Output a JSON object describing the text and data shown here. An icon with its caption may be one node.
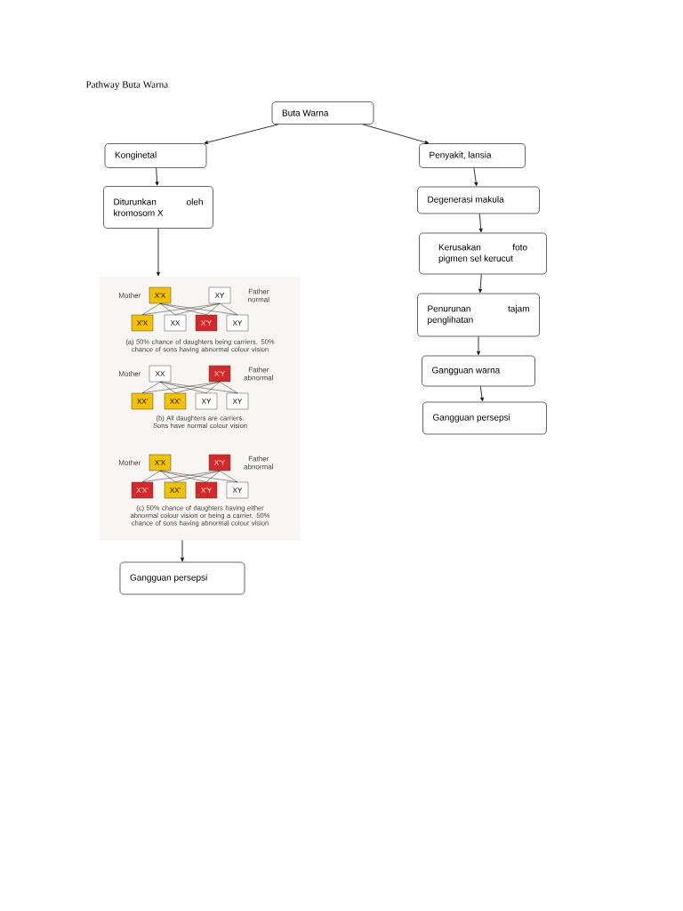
{
  "diagram": {
    "title": "Pathway Buta Warna",
    "nodes": [
      {
        "text": [
          "Buta Warna"
        ]
      },
      {
        "text": [
          "Konginetal"
        ]
      },
      {
        "text": [
          "Diturunkan oleh kromosom X"
        ]
      },
      {
        "text": [],
        "shape": "box"
      },
      {
        "text": [
          "X'X"
        ],
        "in": 3,
        "beside": [
          "Mother"
        ]
      },
      {
        "text": [
          "XY"
        ],
        "in": 3,
        "beside": [
          "Father normal"
        ]
      },
      {
        "text": [
          "X'X"
        ],
        "in": 3
      },
      {
        "text": [
          "XX"
        ],
        "in": 3
      },
      {
        "text": [
          "X'Y"
        ],
        "in": 3
      },
      {
        "text": [
          "XY"
        ],
        "in": 3
      },
      {
        "text": [
          "XX"
        ],
        "in": 3,
        "beside": [
          "Mother"
        ]
      },
      {
        "text": [
          "X'Y"
        ],
        "in": 3,
        "beside": [
          "Father abnormal"
        ]
      },
      {
        "text": [
          "XX'"
        ],
        "in": 3
      },
      {
        "text": [
          "XX'"
        ],
        "in": 3
      },
      {
        "text": [
          "XY"
        ],
        "in": 3
      },
      {
        "text": [
          "XY"
        ],
        "in": 3
      },
      {
        "text": [
          "X'X"
        ],
        "in": 3,
        "beside": [
          "Mother"
        ]
      },
      {
        "text": [
          "X'Y"
        ],
        "in": 3,
        "beside": [
          "Father abnormal"
        ]
      },
      {
        "text": [
          "X'X'"
        ],
        "in": 3
      },
      {
        "text": [
          "XX'"
        ],
        "in": 3
      },
      {
        "text": [
          "X'Y"
        ],
        "in": 3
      },
      {
        "text": [
          "XY"
        ],
        "in": 3
      },
      {
        "text": [
          "Gangguan persepsi"
        ]
      },
      {
        "text": [
          "Penyakit, lansia"
        ]
      },
      {
        "text": [
          "Degenerasi makula"
        ]
      },
      {
        "text": [
          "Kerusakan foto pigmen sel kerucut"
        ]
      },
      {
        "text": [
          "Penurunan tajam penglihatan"
        ]
      },
      {
        "text": [
          "Gangguan warna"
        ]
      },
      {
        "text": [
          "Gangguan persepsi"
        ]
      }
    ],
    "edges": [
      {
        "from": 0,
        "to": 1,
        "arrow": "to"
      },
      {
        "from": 0,
        "to": 23,
        "arrow": "to"
      },
      {
        "from": 1,
        "to": 2,
        "arrow": "to"
      },
      {
        "from": 2,
        "to": 3,
        "arrow": "to"
      },
      {
        "from": 3,
        "to": 22,
        "arrow": "to"
      },
      {
        "from": 23,
        "to": 24,
        "arrow": "to"
      },
      {
        "from": 24,
        "to": 25,
        "arrow": "to"
      },
      {
        "from": 25,
        "to": 26,
        "arrow": "to"
      },
      {
        "from": 26,
        "to": 27,
        "arrow": "to"
      },
      {
        "from": 27,
        "to": 28,
        "arrow": "to"
      },
      {
        "from": 4,
        "to": 6,
        "arrow": "none"
      },
      {
        "from": 4,
        "to": 7,
        "arrow": "none"
      },
      {
        "from": 4,
        "to": 8,
        "arrow": "none"
      },
      {
        "from": 4,
        "to": 9,
        "arrow": "none"
      },
      {
        "from": 5,
        "to": 6,
        "arrow": "none"
      },
      {
        "from": 5,
        "to": 7,
        "arrow": "none"
      },
      {
        "from": 5,
        "to": 8,
        "arrow": "none"
      },
      {
        "from": 5,
        "to": 9,
        "arrow": "none"
      },
      {
        "from": 10,
        "to": 12,
        "arrow": "none"
      },
      {
        "from": 10,
        "to": 13,
        "arrow": "none"
      },
      {
        "from": 10,
        "to": 14,
        "arrow": "none"
      },
      {
        "from": 10,
        "to": 15,
        "arrow": "none"
      },
      {
        "from": 11,
        "to": 12,
        "arrow": "none"
      },
      {
        "from": 11,
        "to": 13,
        "arrow": "none"
      },
      {
        "from": 11,
        "to": 14,
        "arrow": "none"
      },
      {
        "from": 11,
        "to": 15,
        "arrow": "none"
      },
      {
        "from": 16,
        "to": 18,
        "arrow": "none"
      },
      {
        "from": 16,
        "to": 19,
        "arrow": "none"
      },
      {
        "from": 16,
        "to": 20,
        "arrow": "none"
      },
      {
        "from": 16,
        "to": 21,
        "arrow": "none"
      },
      {
        "from": 17,
        "to": 18,
        "arrow": "none"
      },
      {
        "from": 17,
        "to": 19,
        "arrow": "none"
      },
      {
        "from": 17,
        "to": 20,
        "arrow": "none"
      },
      {
        "from": 17,
        "to": 21,
        "arrow": "none"
      }
    ],
    "labels": [
      "(a) 50% chance of daughters being carriers. 50% chance of sons having abnormal colour vision",
      "(b) All daughters are carriers. Sons have normal colour vision",
      "(c) 50% chance of daughters having either abnormal colour vision or being a carrier. 50% chance of sons having abnormal colour vision"
    ]
  }
}
